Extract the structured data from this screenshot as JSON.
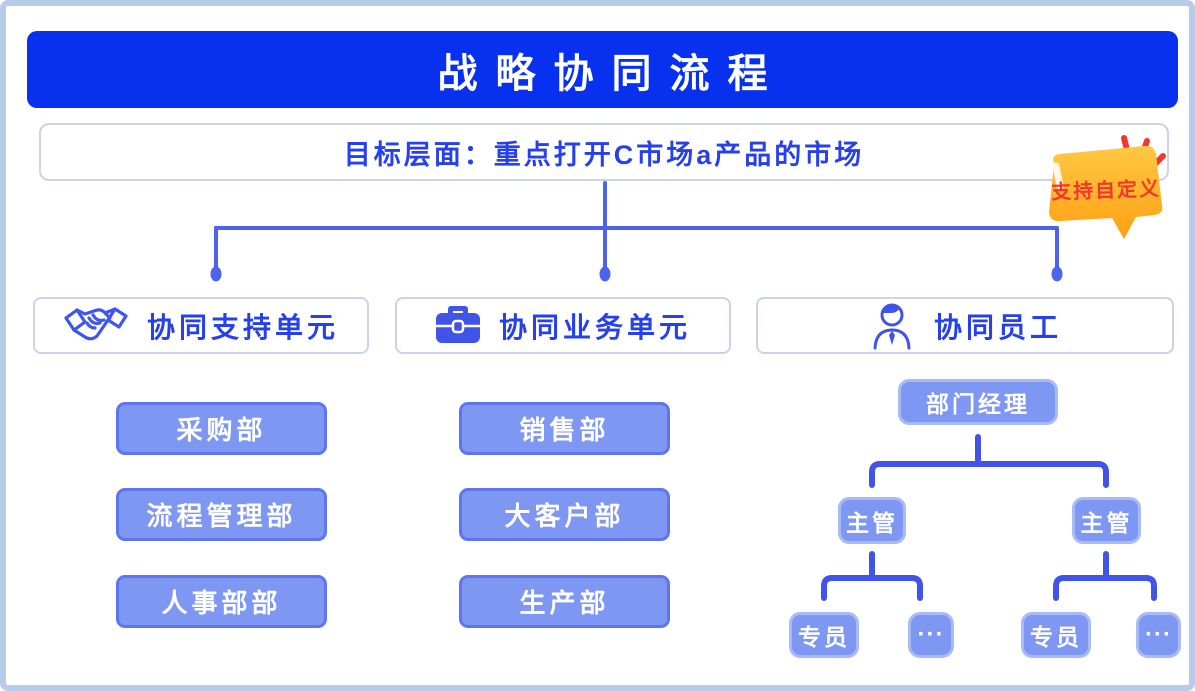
{
  "header": {
    "title": "战略协同流程"
  },
  "goal": {
    "text": "目标层面：重点打开C市场a产品的市场"
  },
  "badge": {
    "text": "支持自定义"
  },
  "branches": [
    {
      "label": "协同支持单元",
      "icon": "handshake-icon",
      "departments": [
        "采购部",
        "流程管理部",
        "人事部部"
      ]
    },
    {
      "label": "协同业务单元",
      "icon": "briefcase-icon",
      "departments": [
        "销售部",
        "大客户部",
        "生产部"
      ]
    },
    {
      "label": "协同员工",
      "icon": "person-icon",
      "departments": []
    }
  ],
  "org_chart": {
    "manager": "部门经理",
    "supervisor": "主管",
    "specialist": "专员",
    "more": "···"
  },
  "colors": {
    "title_bar": "#0731EF",
    "title_text": "#FFFFFF",
    "accent_text": "#2640EE",
    "node_fill": "#7E97F3",
    "node_border_dark": "#5F75EE",
    "node_border_light": "#A9BBF7",
    "header_border": "#C9D3EA",
    "line": "#4D63EE",
    "org_line": "#4153E8",
    "outer_border": "#B9CBEA",
    "badge_top": "#FFC843",
    "badge_bottom": "#FFA013",
    "badge_text": "#F4372D"
  }
}
